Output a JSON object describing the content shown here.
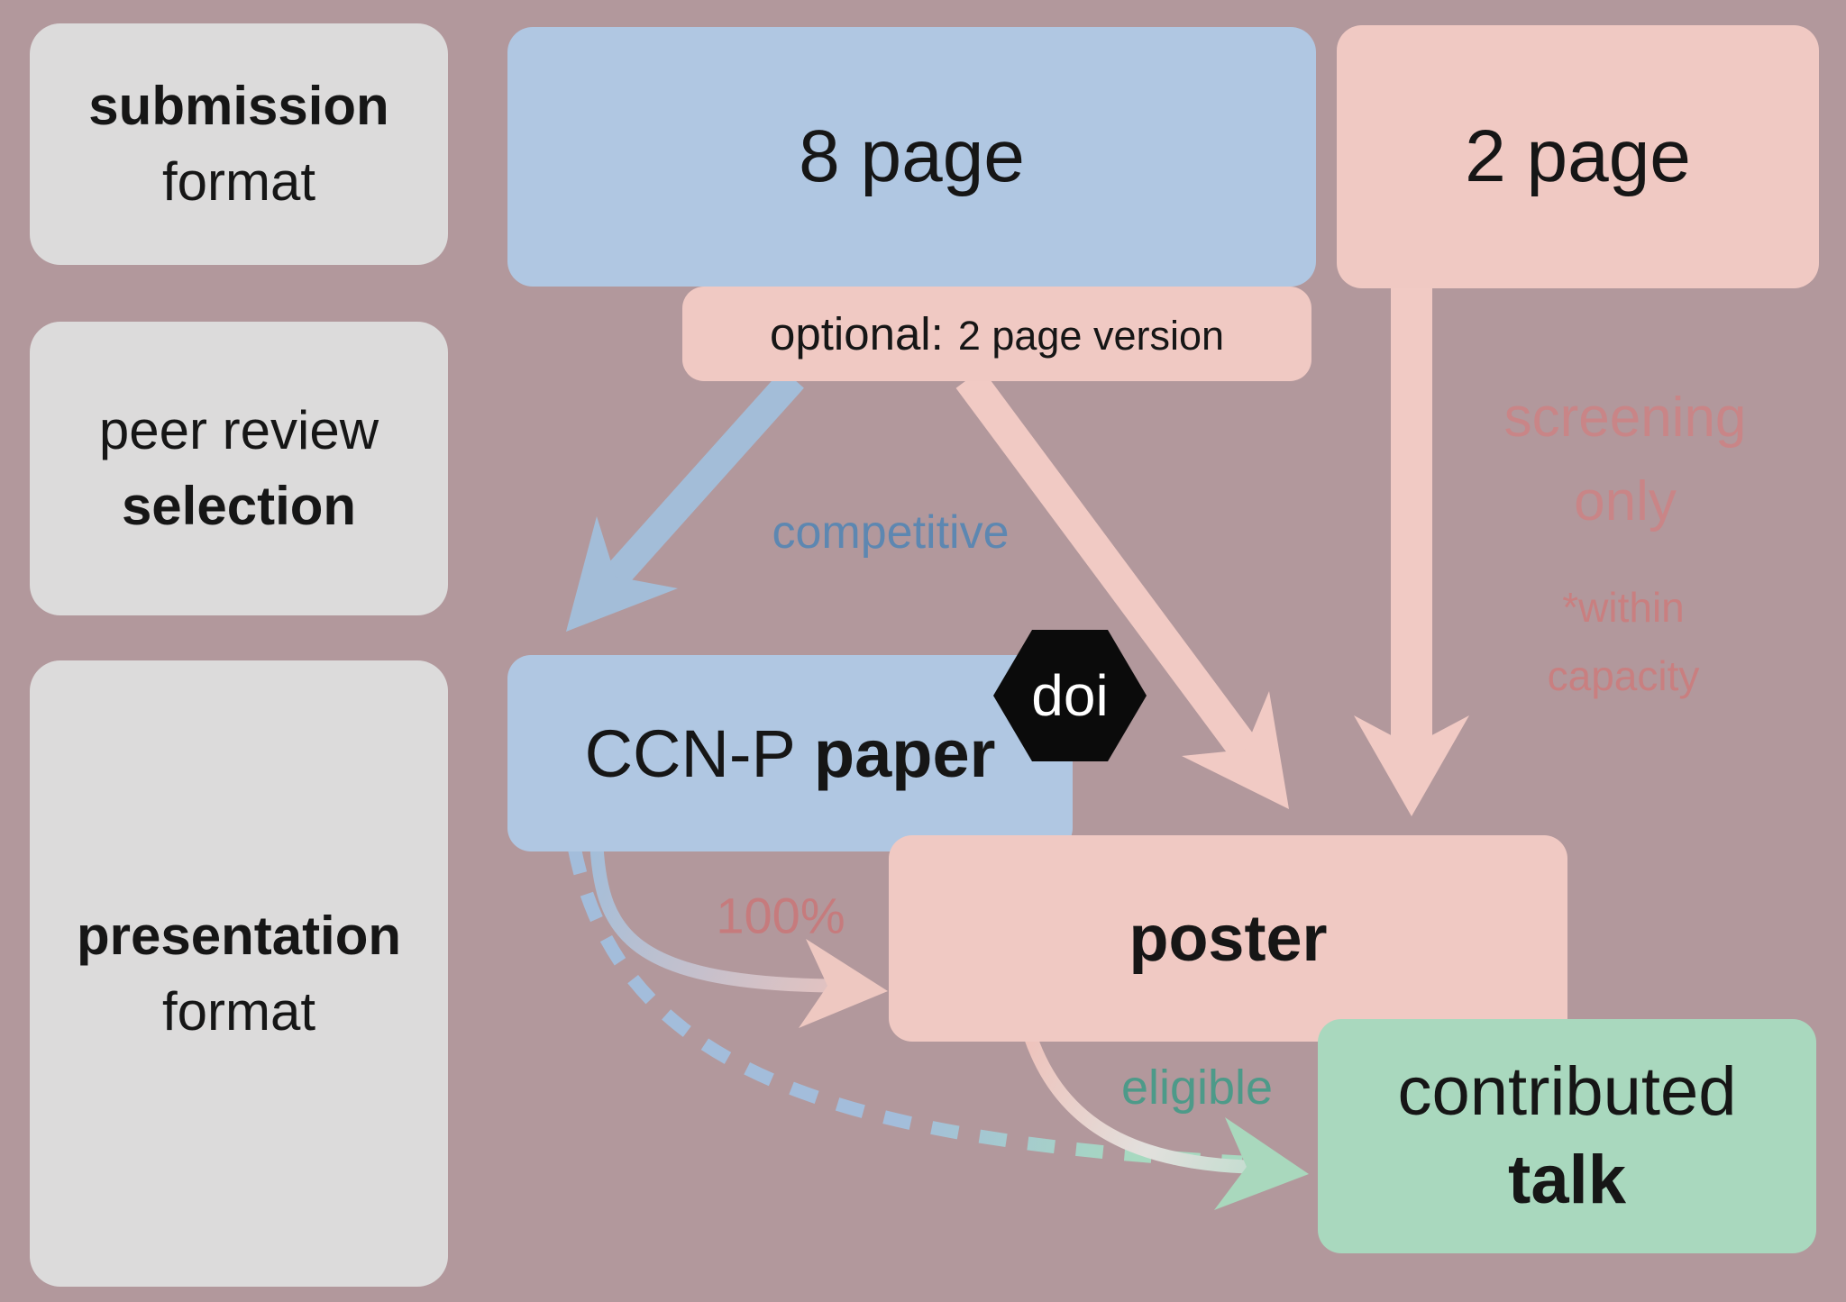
{
  "left_labels": {
    "submission": {
      "line1": "submission",
      "line2": "format"
    },
    "review": {
      "line1": "peer review",
      "line2": "selection"
    },
    "presentation": {
      "line1": "presentation",
      "line2": "format"
    }
  },
  "nodes": {
    "eight_page": "8 page",
    "two_page": "2 page",
    "optional_label": "optional:",
    "optional_detail": "2 page version",
    "paper_prefix": "CCN-P",
    "paper_bold": "paper",
    "doi_badge": "doi",
    "poster": "poster",
    "talk_line1": "contributed",
    "talk_line2": "talk"
  },
  "annotations": {
    "competitive": "competitive",
    "screening_line1": "screening",
    "screening_line2": "only",
    "capacity_line1": "*within",
    "capacity_line2": "capacity",
    "percent": "100%",
    "eligible": "eligible"
  },
  "colors": {
    "background": "#b2989c",
    "label_box": "#dcdbdb",
    "blue_box": "#b0c7e2",
    "pink_box": "#f0c9c3",
    "green_box": "#a9d8be",
    "blue_arrow": "#a3bdd8",
    "pink_arrow": "#f1cac4",
    "competitive_text": "#5d87b1",
    "screening_text": "#c98587",
    "percent_text": "#c67b7d",
    "eligible_text": "#4d9a89",
    "doi_badge_bg": "#0b0b0b",
    "doi_badge_text": "#ffffff"
  }
}
